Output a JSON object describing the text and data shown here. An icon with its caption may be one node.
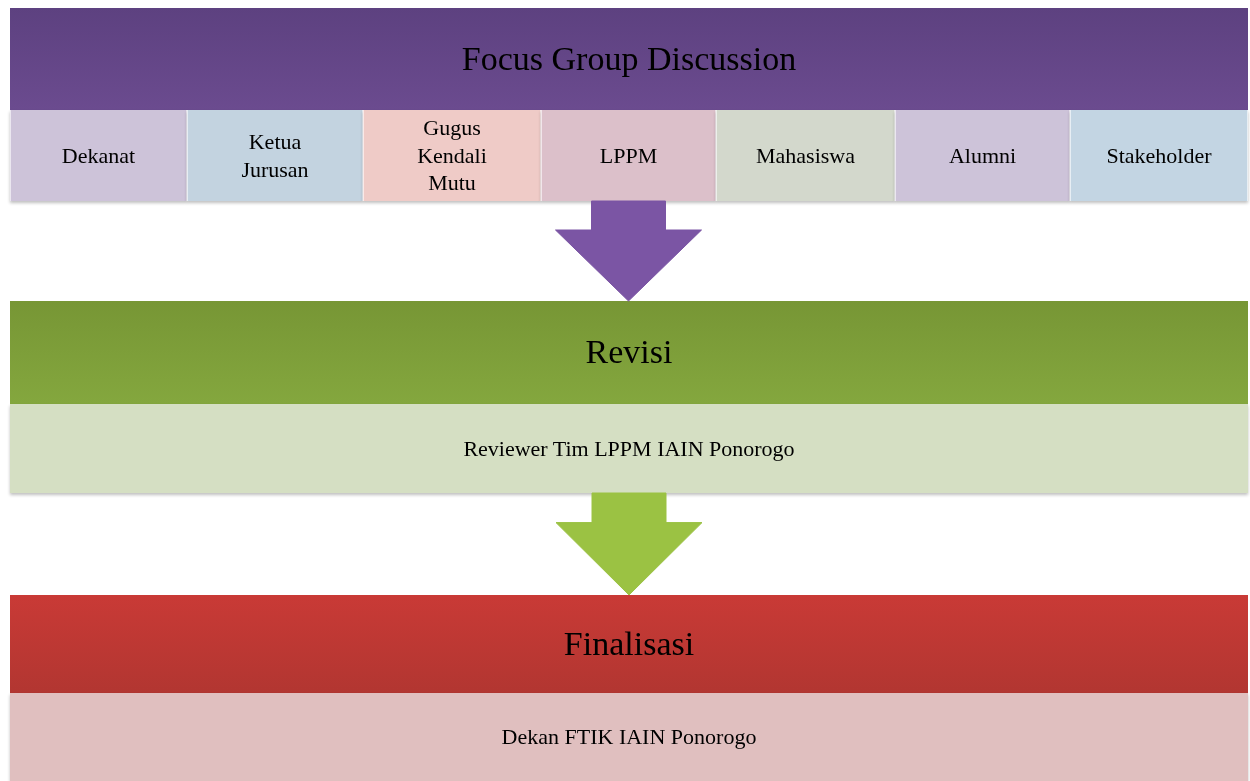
{
  "diagram": {
    "nodes": [
      {
        "text": [
          "Focus Group Discussion"
        ]
      },
      {
        "text": [
          "Dekanat"
        ]
      },
      {
        "text": [
          "Ketua Jurusan"
        ]
      },
      {
        "text": [
          "Gugus Kendali Mutu"
        ]
      },
      {
        "text": [
          "LPPM"
        ]
      },
      {
        "text": [
          "Mahasiswa"
        ]
      },
      {
        "text": [
          "Alumni"
        ]
      },
      {
        "text": [
          "Stakeholder"
        ]
      },
      {
        "text": [
          "Revisi"
        ]
      },
      {
        "text": [
          "Reviewer Tim LPPM IAIN Ponorogo"
        ]
      },
      {
        "text": [
          "Finalisasi"
        ]
      },
      {
        "text": [
          "Dekan FTIK IAIN Ponorogo"
        ]
      }
    ],
    "edges": [
      {
        "from": 4,
        "to": 8,
        "arrow": "to",
        "style": "thick",
        "color": "#7b55a4"
      },
      {
        "from": 9,
        "to": 10,
        "arrow": "to",
        "style": "thick",
        "color": "#9bc243"
      }
    ]
  }
}
